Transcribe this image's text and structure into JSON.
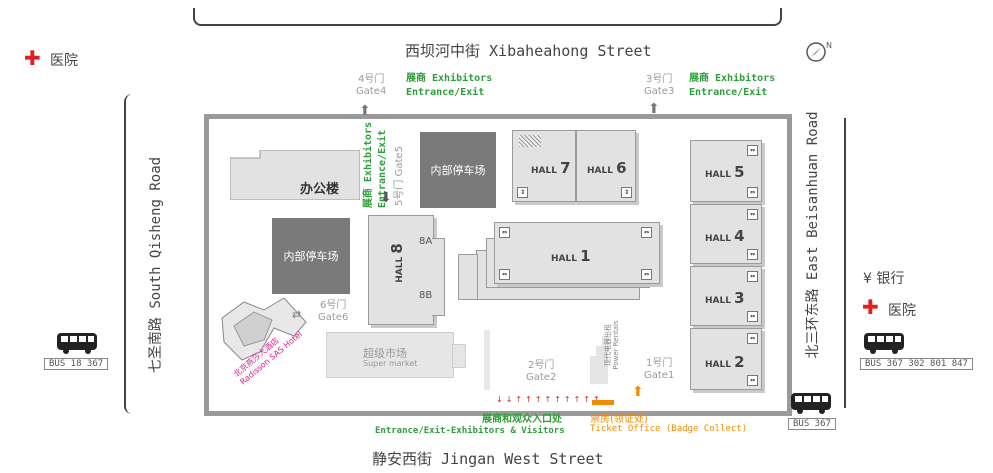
{
  "streets": {
    "north": "西坝河中街 Xibaheahong Street",
    "south": "静安西街 Jingan West Street",
    "west": "七圣南路 South Qisheng Road",
    "east": "北三环东路 East Beisanhuan Road"
  },
  "hospital_west": "医院",
  "hospital_east": "医院",
  "bank": "¥ 银行",
  "gates": {
    "gate4_cn": "4号门",
    "gate4_en": "Gate4",
    "gate3_cn": "3号门",
    "gate3_en": "Gate3",
    "gate5_cn": "5号门",
    "gate5_en": "Gate5",
    "gate6_cn": "6号门",
    "gate6_en": "Gate6",
    "gate2_cn": "2号门",
    "gate2_en": "Gate2",
    "gate1_cn": "1号门",
    "gate1_en": "Gate1"
  },
  "exhibitor_entrance": {
    "cn": "展商 Exhibitors",
    "en": "Entrance/Exit"
  },
  "buildings": {
    "office": "办公楼",
    "parking": "内部停车场",
    "supermarket_cn": "超级市场",
    "supermarket_en": "Super market",
    "hotel_cn": "北京燕莎大酒店",
    "hotel_en": "Radisson SAS Hotel",
    "power_cn": "现代电器出租",
    "power_en": "Power Rentals"
  },
  "halls": {
    "h1": "1",
    "h2": "2",
    "h3": "3",
    "h4": "4",
    "h5": "5",
    "h6": "6",
    "h7": "7",
    "h8": "8",
    "prefix": "HALL",
    "h8a": "8A",
    "h8b": "8B"
  },
  "main_entrance": {
    "cn": "展商和观众入口处",
    "en": "Entrance/Exit-Exhibitors & Visitors"
  },
  "ticket_office": {
    "cn": "票房(领证处)",
    "en": "Ticket Office (Badge Collect)"
  },
  "bus": {
    "west": "BUS 18 367",
    "east": "BUS 367 302 801 847",
    "south": "BUS 367"
  },
  "compass": "N",
  "colors": {
    "green": "#2f9e3a",
    "orange": "#f08c00",
    "red": "#e02020",
    "hall_fill": "#e2e2e2",
    "parking": "#7a7a7a"
  }
}
